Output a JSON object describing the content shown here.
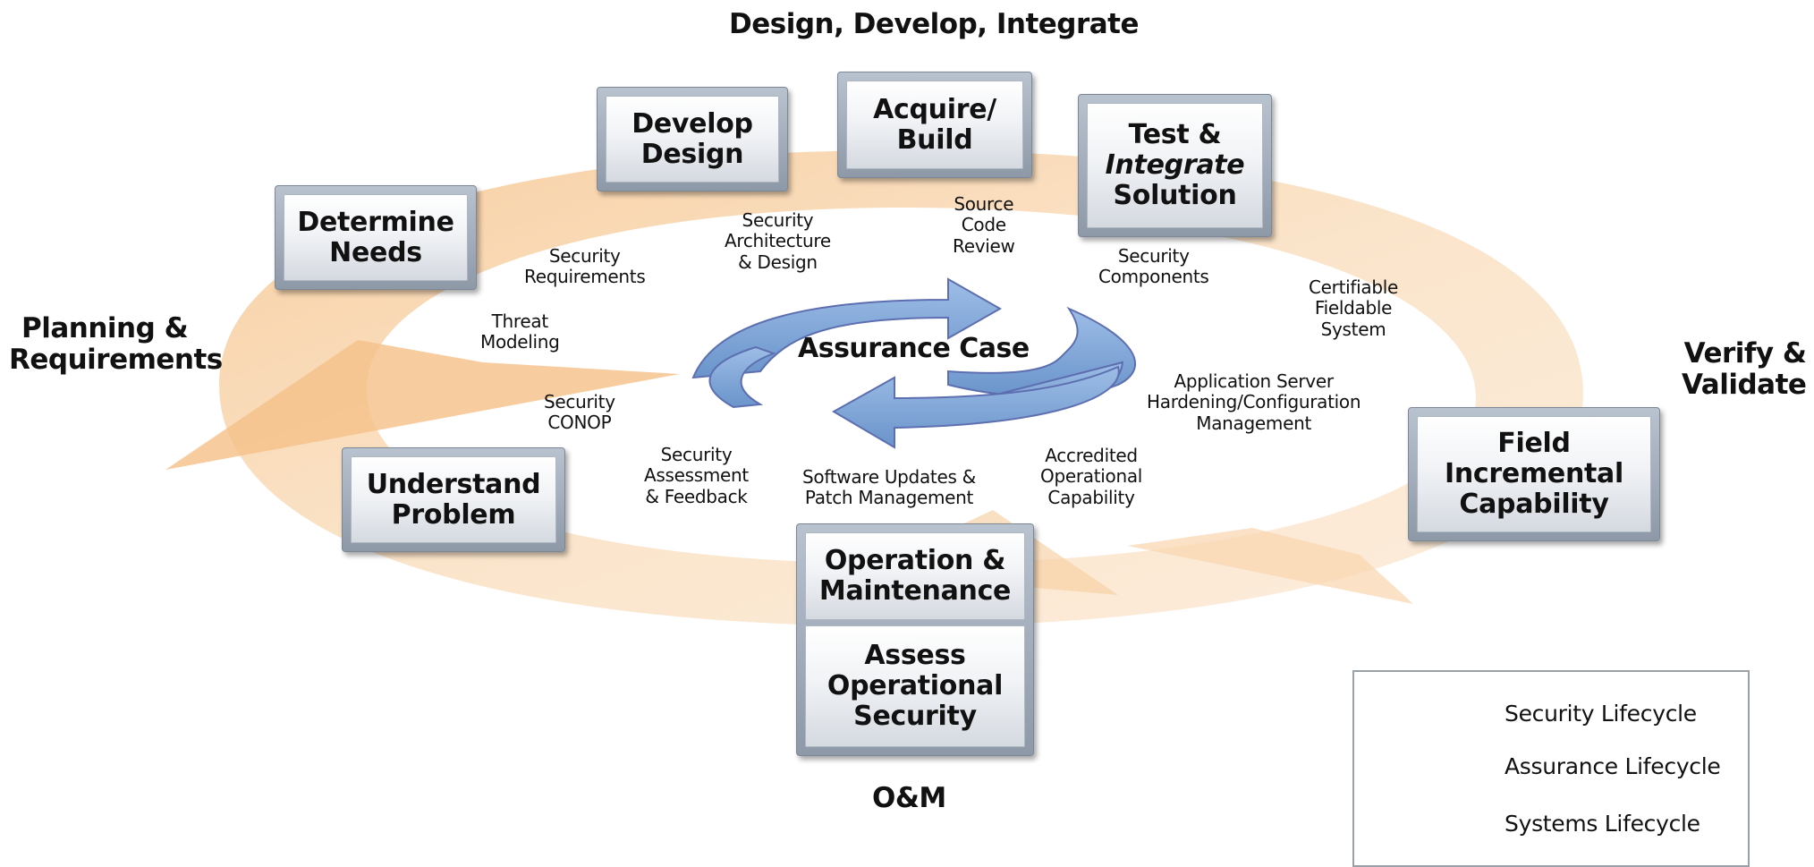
{
  "phases": {
    "top": "Design, Develop, Integrate",
    "left": [
      "Planning &",
      "Requirements"
    ],
    "right": [
      "Verify &",
      "Validate"
    ],
    "bottom": "O&M"
  },
  "lifecycle_steps": {
    "determine_needs": [
      "Determine",
      "Needs"
    ],
    "develop_design": [
      "Develop",
      "Design"
    ],
    "acquire_build": [
      "Acquire/",
      "Build"
    ],
    "test_integrate": [
      "Test &",
      "Integrate",
      "Solution"
    ],
    "field_capability": [
      "Field",
      "Incremental",
      "Capability"
    ],
    "operation_maintenance": [
      "Operation &",
      "Maintenance"
    ],
    "assess_security": [
      "Assess",
      "Operational",
      "Security"
    ],
    "understand_problem": [
      "Understand",
      "Problem"
    ]
  },
  "activities": {
    "security_requirements": [
      "Security",
      "Requirements"
    ],
    "threat_modeling": [
      "Threat",
      "Modeling"
    ],
    "security_conop": [
      "Security",
      "CONOP"
    ],
    "security_architecture": [
      "Security",
      "Architecture",
      "& Design"
    ],
    "source_code_review": [
      "Source",
      "Code",
      "Review"
    ],
    "security_components": [
      "Security",
      "Components"
    ],
    "certifiable_system": [
      "Certifiable",
      "Fieldable",
      "System"
    ],
    "app_server_hardening": [
      "Application Server",
      "Hardening/Configuration",
      "Management"
    ],
    "accredited_capability": [
      "Accredited",
      "Operational",
      "Capability"
    ],
    "software_updates": [
      "Software Updates &",
      "Patch Management"
    ],
    "security_assessment": [
      "Security",
      "Assessment",
      "& Feedback"
    ]
  },
  "center_label": "Assurance Case",
  "legend": {
    "security_lifecycle": "Security Lifecycle",
    "assurance_lifecycle": "Assurance Lifecycle",
    "systems_lifecycle": "Systems Lifecycle"
  },
  "colors": {
    "systems_band": "#f7d1a6",
    "assurance_arrow": "#79a2d4",
    "assurance_outline": "#5d6fb0",
    "box_frame": "#9aa4b3"
  }
}
